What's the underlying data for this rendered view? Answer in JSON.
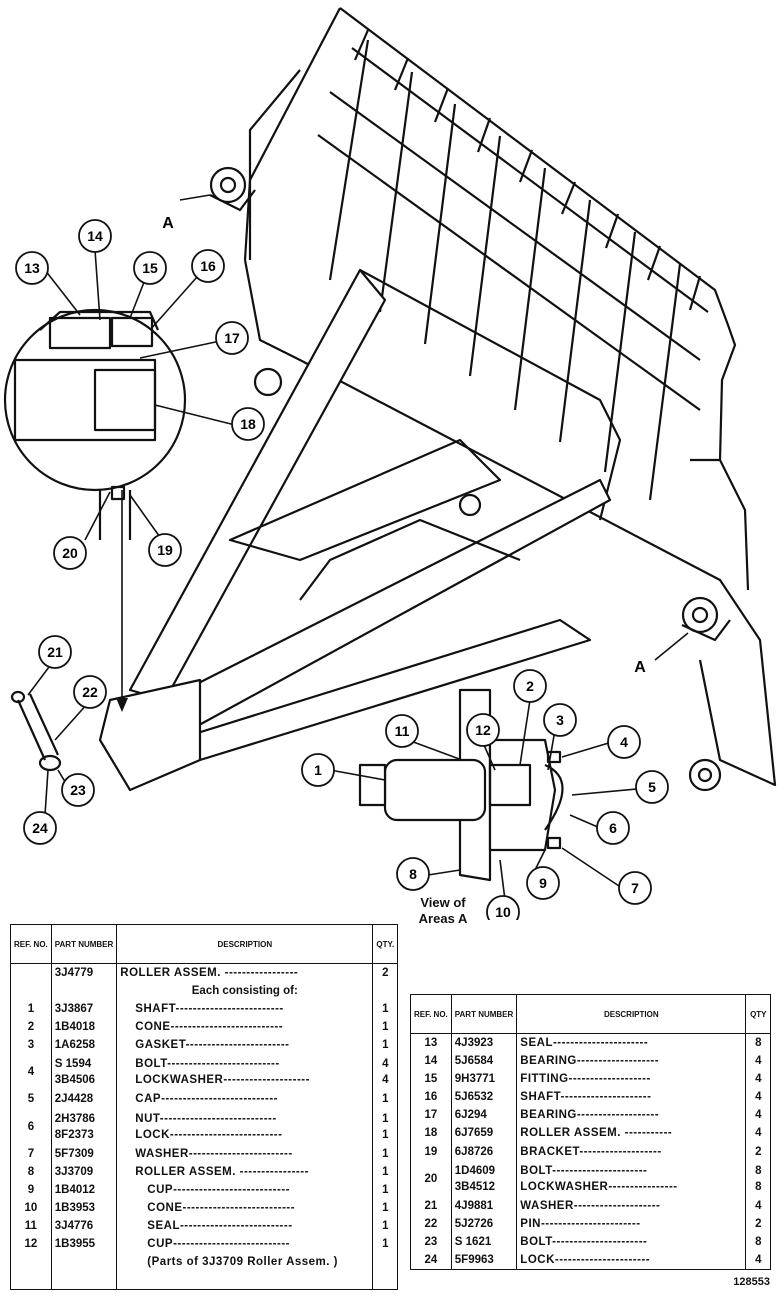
{
  "drawing": {
    "callouts": [
      "1",
      "2",
      "3",
      "4",
      "5",
      "6",
      "7",
      "8",
      "9",
      "10",
      "11",
      "12",
      "13",
      "14",
      "15",
      "16",
      "17",
      "18",
      "19",
      "20",
      "21",
      "22",
      "23",
      "24"
    ],
    "area_marks": [
      "A",
      "A"
    ],
    "view_note_line1": "View of",
    "view_note_line2": "Areas A"
  },
  "table1": {
    "headers": {
      "ref": "REF. NO.",
      "part": "PART NUMBER",
      "desc": "DESCRIPTION",
      "qty": "QTY."
    },
    "rows": [
      {
        "ref": "",
        "part": "3J4779",
        "desc": "ROLLER ASSEM. -----------------",
        "qty": "2"
      },
      {
        "ref": "",
        "part": "",
        "desc": "Each consisting of:",
        "qty": ""
      },
      {
        "ref": "1",
        "part": "3J3867",
        "desc": "SHAFT-------------------------",
        "qty": "1"
      },
      {
        "ref": "2",
        "part": "1B4018",
        "desc": "CONE--------------------------",
        "qty": "1"
      },
      {
        "ref": "3",
        "part": "1A6258",
        "desc": "GASKET------------------------",
        "qty": "1"
      },
      {
        "ref": "4",
        "part": "S 1594",
        "part2": "3B4506",
        "desc": "BOLT--------------------------",
        "desc2": "LOCKWASHER--------------------",
        "qty": "4",
        "qty2": "4"
      },
      {
        "ref": "5",
        "part": "2J4428",
        "desc": "CAP---------------------------",
        "qty": "1"
      },
      {
        "ref": "6",
        "part": "2H3786",
        "part2": "8F2373",
        "desc": "NUT---------------------------",
        "desc2": "LOCK--------------------------",
        "qty": "1",
        "qty2": "1"
      },
      {
        "ref": "7",
        "part": "5F7309",
        "desc": "WASHER------------------------",
        "qty": "1"
      },
      {
        "ref": "8",
        "part": "3J3709",
        "desc": "ROLLER ASSEM. ----------------",
        "qty": "1"
      },
      {
        "ref": "9",
        "part": "1B4012",
        "desc": "CUP---------------------------",
        "qty": "1"
      },
      {
        "ref": "10",
        "part": "1B3953",
        "desc": "CONE--------------------------",
        "qty": "1"
      },
      {
        "ref": "11",
        "part": "3J4776",
        "desc": "SEAL--------------------------",
        "qty": "1"
      },
      {
        "ref": "12",
        "part": "1B3955",
        "desc": "CUP---------------------------",
        "qty": "1"
      },
      {
        "ref": "",
        "part": "",
        "desc": "(Parts of 3J3709 Roller Assem. )",
        "qty": ""
      }
    ]
  },
  "table2": {
    "headers": {
      "ref": "REF. NO.",
      "part": "PART NUMBER",
      "desc": "DESCRIPTION",
      "qty": "QTY"
    },
    "rows": [
      {
        "ref": "13",
        "part": "4J3923",
        "desc": "SEAL----------------------",
        "qty": "8"
      },
      {
        "ref": "14",
        "part": "5J6584",
        "desc": "BEARING-------------------",
        "qty": "4"
      },
      {
        "ref": "15",
        "part": "9H3771",
        "desc": "FITTING-------------------",
        "qty": "4"
      },
      {
        "ref": "16",
        "part": "5J6532",
        "desc": "SHAFT---------------------",
        "qty": "4"
      },
      {
        "ref": "17",
        "part": "6J294",
        "desc": "BEARING-------------------",
        "qty": "4"
      },
      {
        "ref": "18",
        "part": "6J7659",
        "desc": "ROLLER ASSEM. -----------",
        "qty": "4"
      },
      {
        "ref": "19",
        "part": "6J8726",
        "desc": "BRACKET-------------------",
        "qty": "2"
      },
      {
        "ref": "20",
        "part": "1D4609",
        "part2": "3B4512",
        "desc": "BOLT----------------------",
        "desc2": "LOCKWASHER----------------",
        "qty": "8",
        "qty2": "8"
      },
      {
        "ref": "21",
        "part": "4J9881",
        "desc": "WASHER--------------------",
        "qty": "4"
      },
      {
        "ref": "22",
        "part": "5J2726",
        "desc": "PIN-----------------------",
        "qty": "2"
      },
      {
        "ref": "23",
        "part": "S 1621",
        "desc": "BOLT----------------------",
        "qty": "8"
      },
      {
        "ref": "24",
        "part": "5F9963",
        "desc": "LOCK----------------------",
        "qty": "4"
      }
    ]
  },
  "figure_number": "128553"
}
